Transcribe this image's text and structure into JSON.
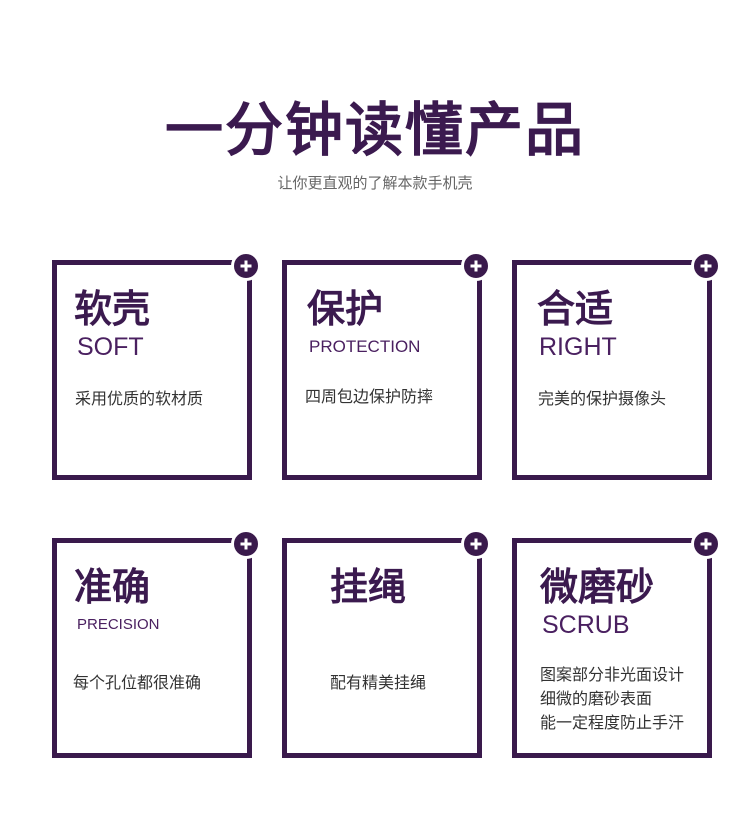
{
  "header": {
    "title": "一分钟读懂产品",
    "subtitle": "让你更直观的了解本款手机壳"
  },
  "cards": [
    {
      "cn": "软壳",
      "en": "SOFT",
      "desc": [
        "采用优质的软材质"
      ]
    },
    {
      "cn": "保护",
      "en": "PROTECTION",
      "desc": [
        "四周包边保护防摔"
      ]
    },
    {
      "cn": "合适",
      "en": "RIGHT",
      "desc": [
        "完美的保护摄像头"
      ]
    },
    {
      "cn": "准确",
      "en": "PRECISION",
      "desc": [
        "每个孔位都很准确"
      ]
    },
    {
      "cn": "挂绳",
      "en": "",
      "desc": [
        "配有精美挂绳"
      ]
    },
    {
      "cn": "微磨砂",
      "en": "SCRUB",
      "desc": [
        "图案部分非光面设计",
        "细微的磨砂表面",
        "能一定程度防止手汗"
      ]
    }
  ],
  "colors": {
    "accent": "#3a1a4c",
    "title": "#3b1a4f",
    "text": "#333333"
  },
  "icons": {
    "corner": "plus-circle-icon"
  }
}
